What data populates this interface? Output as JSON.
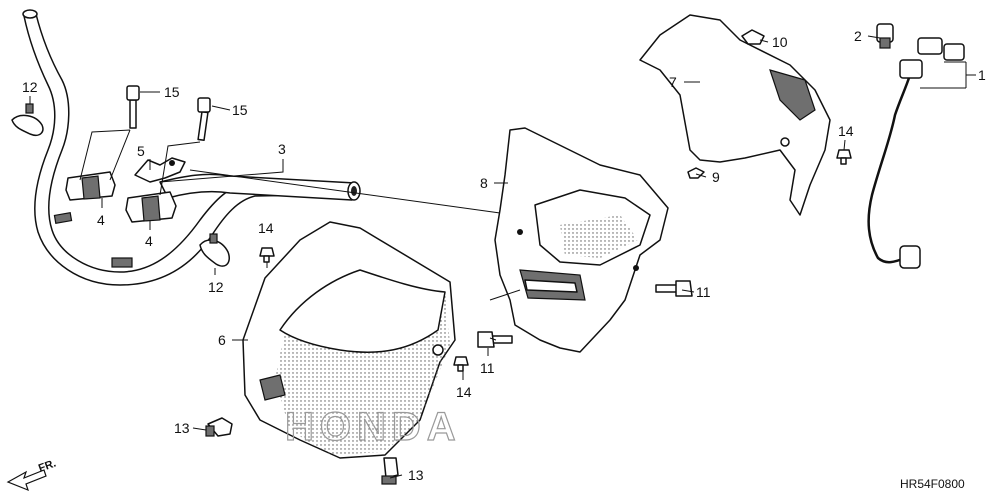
{
  "diagram": {
    "callouts": {
      "c1": "1",
      "c2": "2",
      "c3": "3",
      "c4a": "4",
      "c4b": "4",
      "c5": "5",
      "c6": "6",
      "c7": "7",
      "c8": "8",
      "c9": "9",
      "c10": "10",
      "c11a": "11",
      "c11b": "11",
      "c12a": "12",
      "c12b": "12",
      "c13a": "13",
      "c13b": "13",
      "c14a": "14",
      "c14b": "14",
      "c14c": "14",
      "c15a": "15",
      "c15b": "15"
    },
    "direction_label": "FR.",
    "brand_watermark": "HONDA",
    "drawing_code": "HR54F0800"
  }
}
